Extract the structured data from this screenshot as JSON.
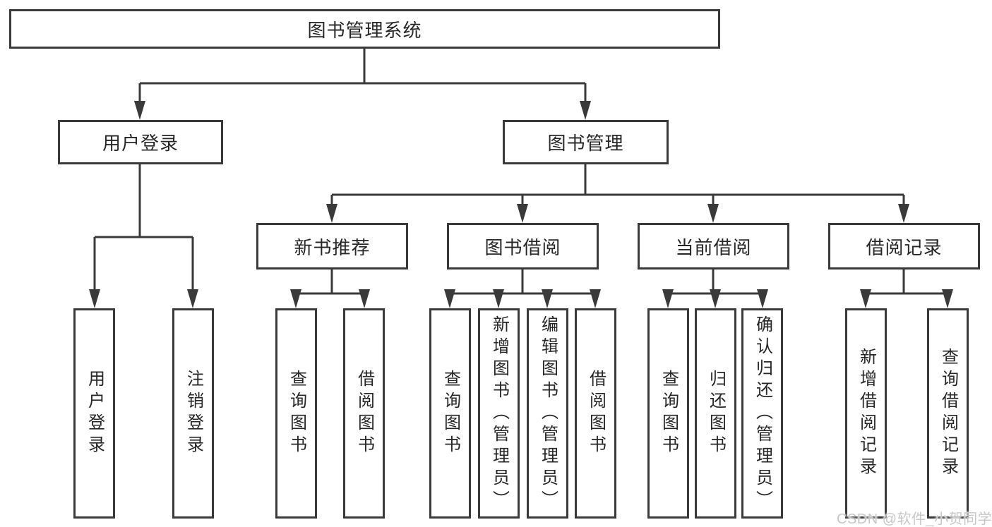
{
  "diagram": {
    "title": "图书管理系统",
    "tree": {
      "label": "图书管理系统",
      "children": [
        {
          "label": "用户登录",
          "children": [
            {
              "label": "用户登录"
            },
            {
              "label": "注销登录"
            }
          ]
        },
        {
          "label": "图书管理",
          "children": [
            {
              "label": "新书推荐",
              "children": [
                {
                  "label": "查询图书"
                },
                {
                  "label": "借阅图书"
                }
              ]
            },
            {
              "label": "图书借阅",
              "children": [
                {
                  "label": "查询图书"
                },
                {
                  "label": "新增图书（管理员）"
                },
                {
                  "label": "编辑图书（管理员）"
                },
                {
                  "label": "借阅图书"
                }
              ]
            },
            {
              "label": "当前借阅",
              "children": [
                {
                  "label": "查询图书"
                },
                {
                  "label": "归还图书"
                },
                {
                  "label": "确认归还（管理员）"
                }
              ]
            },
            {
              "label": "借阅记录",
              "children": [
                {
                  "label": "新增借阅记录"
                },
                {
                  "label": "查询借阅记录"
                }
              ]
            }
          ]
        }
      ]
    },
    "colors": {
      "stroke": "#3a3a3a",
      "text": "#262626",
      "background": "#ffffff",
      "watermark_text": "#c8c8c8"
    }
  },
  "watermark": {
    "text": "CSDN @软件_小贺同学"
  }
}
